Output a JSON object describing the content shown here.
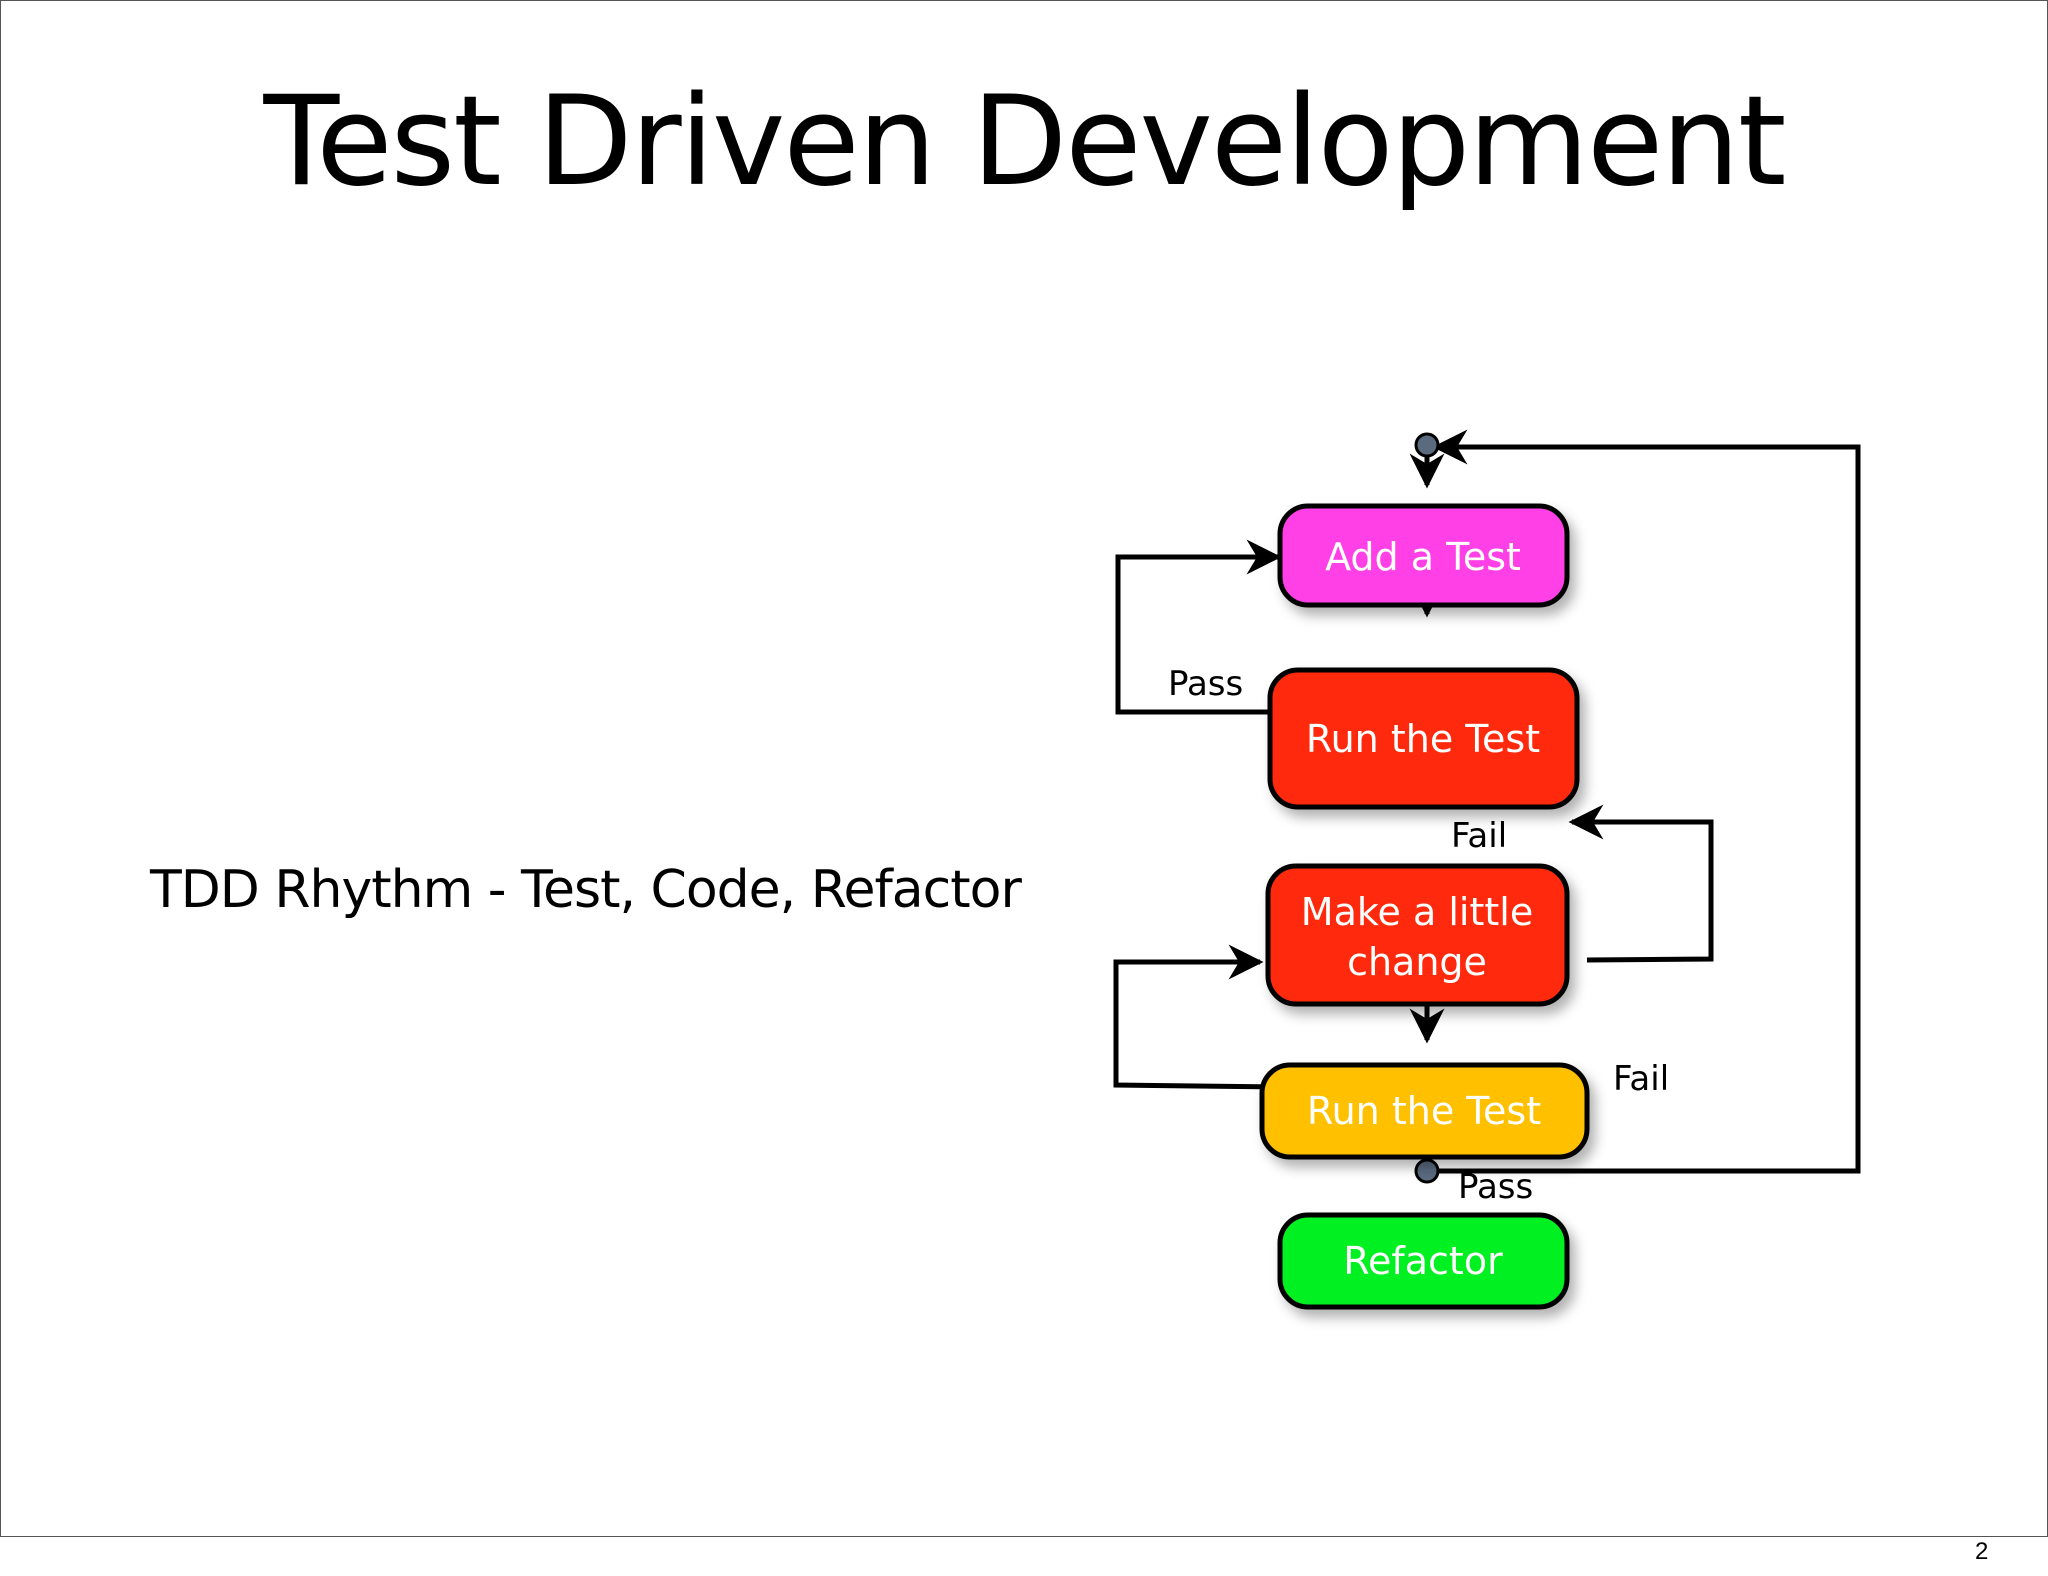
{
  "slide": {
    "title": "Test Driven Development",
    "subtitle": "TDD Rhythm - Test, Code, Refactor",
    "page_number": "2"
  },
  "diagram": {
    "nodes": [
      {
        "label": "Add a Test",
        "color": "#ff3fe6"
      },
      {
        "label": "Run the Test",
        "color": "#ff2a0a"
      },
      {
        "label_line1": "Make a little",
        "label_line2": "change",
        "color": "#ff2a0a"
      },
      {
        "label": "Run the Test",
        "color": "#ffc000"
      },
      {
        "label": "Refactor",
        "color": "#00f020"
      }
    ],
    "edge_labels": {
      "pass_top": "Pass",
      "fail_top": "Fail",
      "fail_right": "Fail",
      "pass_bottom": "Pass"
    },
    "terminal_color": "#5a6b80"
  }
}
